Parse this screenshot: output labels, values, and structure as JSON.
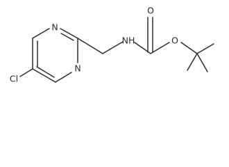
{
  "molecule": {
    "atoms": {
      "N1": "N",
      "N2": "N",
      "Cl": "Cl",
      "NH": "NH",
      "O_carbonyl": "O",
      "O_ester": "O"
    }
  }
}
